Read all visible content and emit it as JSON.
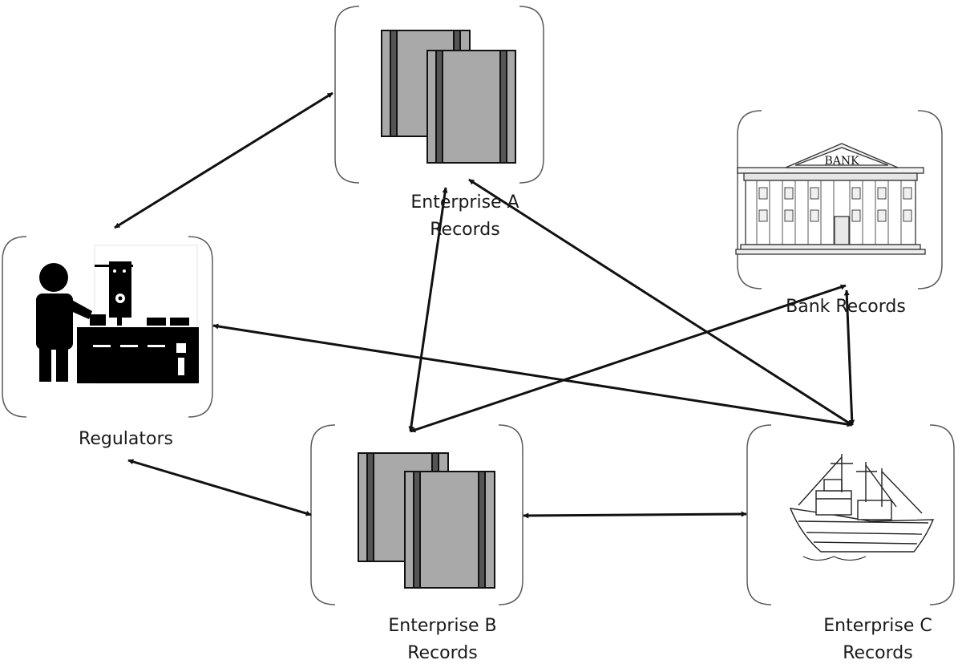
{
  "nodes": {
    "regulators": {
      "label": "Regulators",
      "icon": "regulator-workstation-icon"
    },
    "enterprise_a": {
      "line1": "Enterprise A",
      "line2": "Records",
      "icon": "document-stack-icon"
    },
    "bank": {
      "label": "Bank Records",
      "sign": "BANK",
      "icon": "bank-building-icon"
    },
    "enterprise_b": {
      "line1": "Enterprise B",
      "line2": "Records",
      "icon": "document-stack-icon"
    },
    "enterprise_c": {
      "line1": "Enterprise C",
      "line2": "Records",
      "icon": "cargo-ship-icon"
    }
  },
  "connections": [
    {
      "from": "Regulators",
      "to": "Enterprise A Records",
      "direction": "both"
    },
    {
      "from": "Regulators",
      "to": "Enterprise B Records",
      "direction": "both"
    },
    {
      "from": "Regulators",
      "to": "Enterprise C Records",
      "direction": "both"
    },
    {
      "from": "Enterprise A Records",
      "to": "Enterprise B Records",
      "direction": "both"
    },
    {
      "from": "Enterprise A Records",
      "to": "Enterprise C Records",
      "direction": "both"
    },
    {
      "from": "Enterprise B Records",
      "to": "Bank Records",
      "direction": "both"
    },
    {
      "from": "Enterprise B Records",
      "to": "Enterprise C Records",
      "direction": "both"
    },
    {
      "from": "Bank Records",
      "to": "Enterprise C Records",
      "direction": "both"
    }
  ],
  "colors": {
    "line": "#111111",
    "frame": "#5a5a5a",
    "doc_fill": "#a9a9a9",
    "icon": "#000000"
  }
}
